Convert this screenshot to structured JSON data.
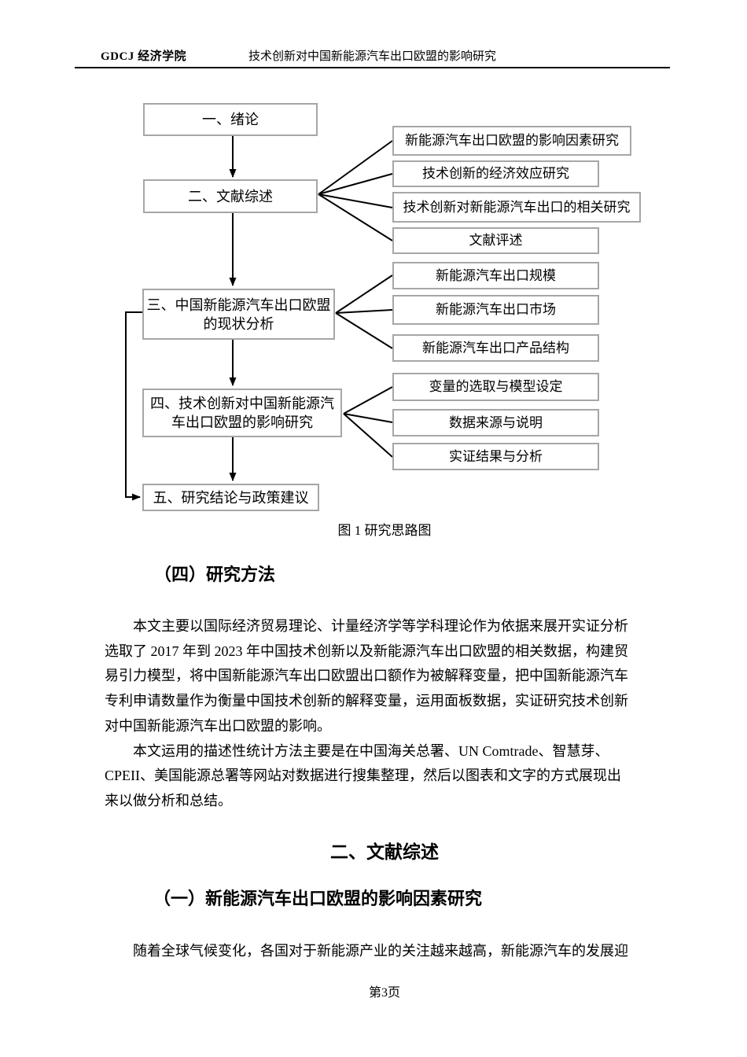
{
  "header": {
    "school": "GDCJ 经济学院",
    "title": "技术创新对中国新能源汽车出口欧盟的影响研究"
  },
  "figure": {
    "caption": "图 1  研究思路图",
    "chain": [
      "一、绪论",
      "二、文献综述",
      "三、中国新能源汽车出口欧盟\n的现状分析",
      "四、技术创新对中国新能源汽\n车出口欧盟的影响研究",
      "五、研究结论与政策建议"
    ],
    "literature_branches": [
      "新能源汽车出口欧盟的影响因素研究",
      "技术创新的经济效应研究",
      "技术创新对新能源汽车出口的相关研究",
      "文献评述"
    ],
    "status_branches": [
      "新能源汽车出口规模",
      "新能源汽车出口市场",
      "新能源汽车出口产品结构"
    ],
    "empirical_branches": [
      "变量的选取与模型设定",
      "数据来源与说明",
      "实证结果与分析"
    ]
  },
  "sections": {
    "methods_heading": "（四）研究方法",
    "literature_heading": "二、文献综述",
    "literature_sub_heading": "（一）新能源汽车出口欧盟的影响因素研究"
  },
  "body": {
    "p1": {
      "lines": [
        "本文主要以国际经济贸易理论、计量经济学等学科理论作为依据来展开实证分析",
        "选取了 2017 年到 2023 年中国技术创新以及新能源汽车出口欧盟的相关数据，构建贸",
        "易引力模型，将中国新能源汽车出口欧盟出口额作为被解释变量，把中国新能源汽车",
        "专利申请数量作为衡量中国技术创新的解释变量，运用面板数据，实证研究技术创新",
        "对中国新能源汽车出口欧盟的影响。"
      ]
    },
    "p2": {
      "lines": [
        "本文运用的描述性统计方法主要是在中国海关总署、UN Comtrade、智慧芽、",
        "CPEII、美国能源总署等网站对数据进行搜集整理，然后以图表和文字的方式展现出",
        "来以做分析和总结。"
      ]
    },
    "p3": {
      "lines": [
        "随着全球气候变化，各国对于新能源产业的关注越来越高，新能源汽车的发展迎"
      ]
    }
  },
  "footer": {
    "page_label": "第3页"
  }
}
